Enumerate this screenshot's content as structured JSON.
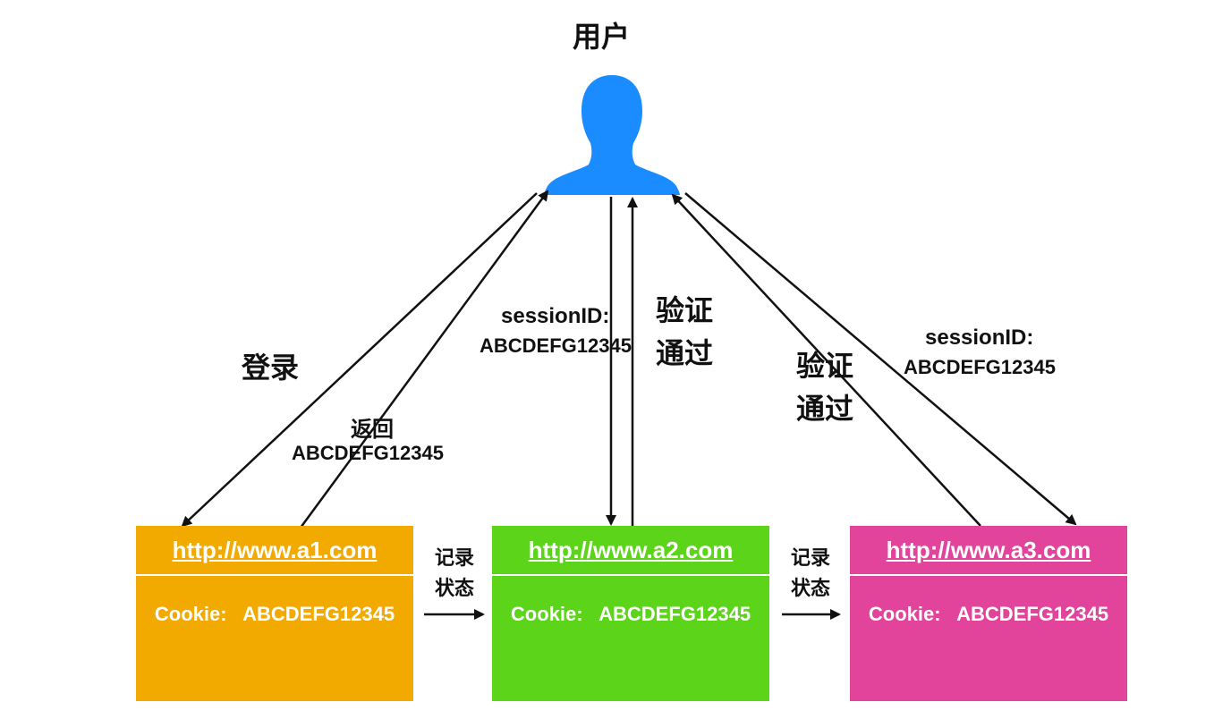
{
  "user": {
    "label": "用户",
    "icon": "user-silhouette-icon",
    "color": "#1a8cff"
  },
  "labels": {
    "login": "登录",
    "return_line1": "返回",
    "return_line2": "ABCDEFG12345",
    "session_a2_line1": "sessionID:",
    "session_a2_line2": "ABCDEFG12345",
    "verify_a2_line1": "验证",
    "verify_a2_line2": "通过",
    "verify_a3_line1": "验证",
    "verify_a3_line2": "通过",
    "session_a3_line1": "sessionID:",
    "session_a3_line2": "ABCDEFG12345"
  },
  "sites": [
    {
      "url": "http://www.a1.com",
      "cookie_label": "Cookie:",
      "cookie_value": "ABCDEFG12345",
      "color": "#f2a900"
    },
    {
      "url": "http://www.a2.com",
      "cookie_label": "Cookie:",
      "cookie_value": "ABCDEFG12345",
      "color": "#5bd41a"
    },
    {
      "url": "http://www.a3.com",
      "cookie_label": "Cookie:",
      "cookie_value": "ABCDEFG12345",
      "color": "#e2449b"
    }
  ],
  "record_state": [
    {
      "line1": "记录",
      "line2": "状态"
    },
    {
      "line1": "记录",
      "line2": "状态"
    }
  ]
}
